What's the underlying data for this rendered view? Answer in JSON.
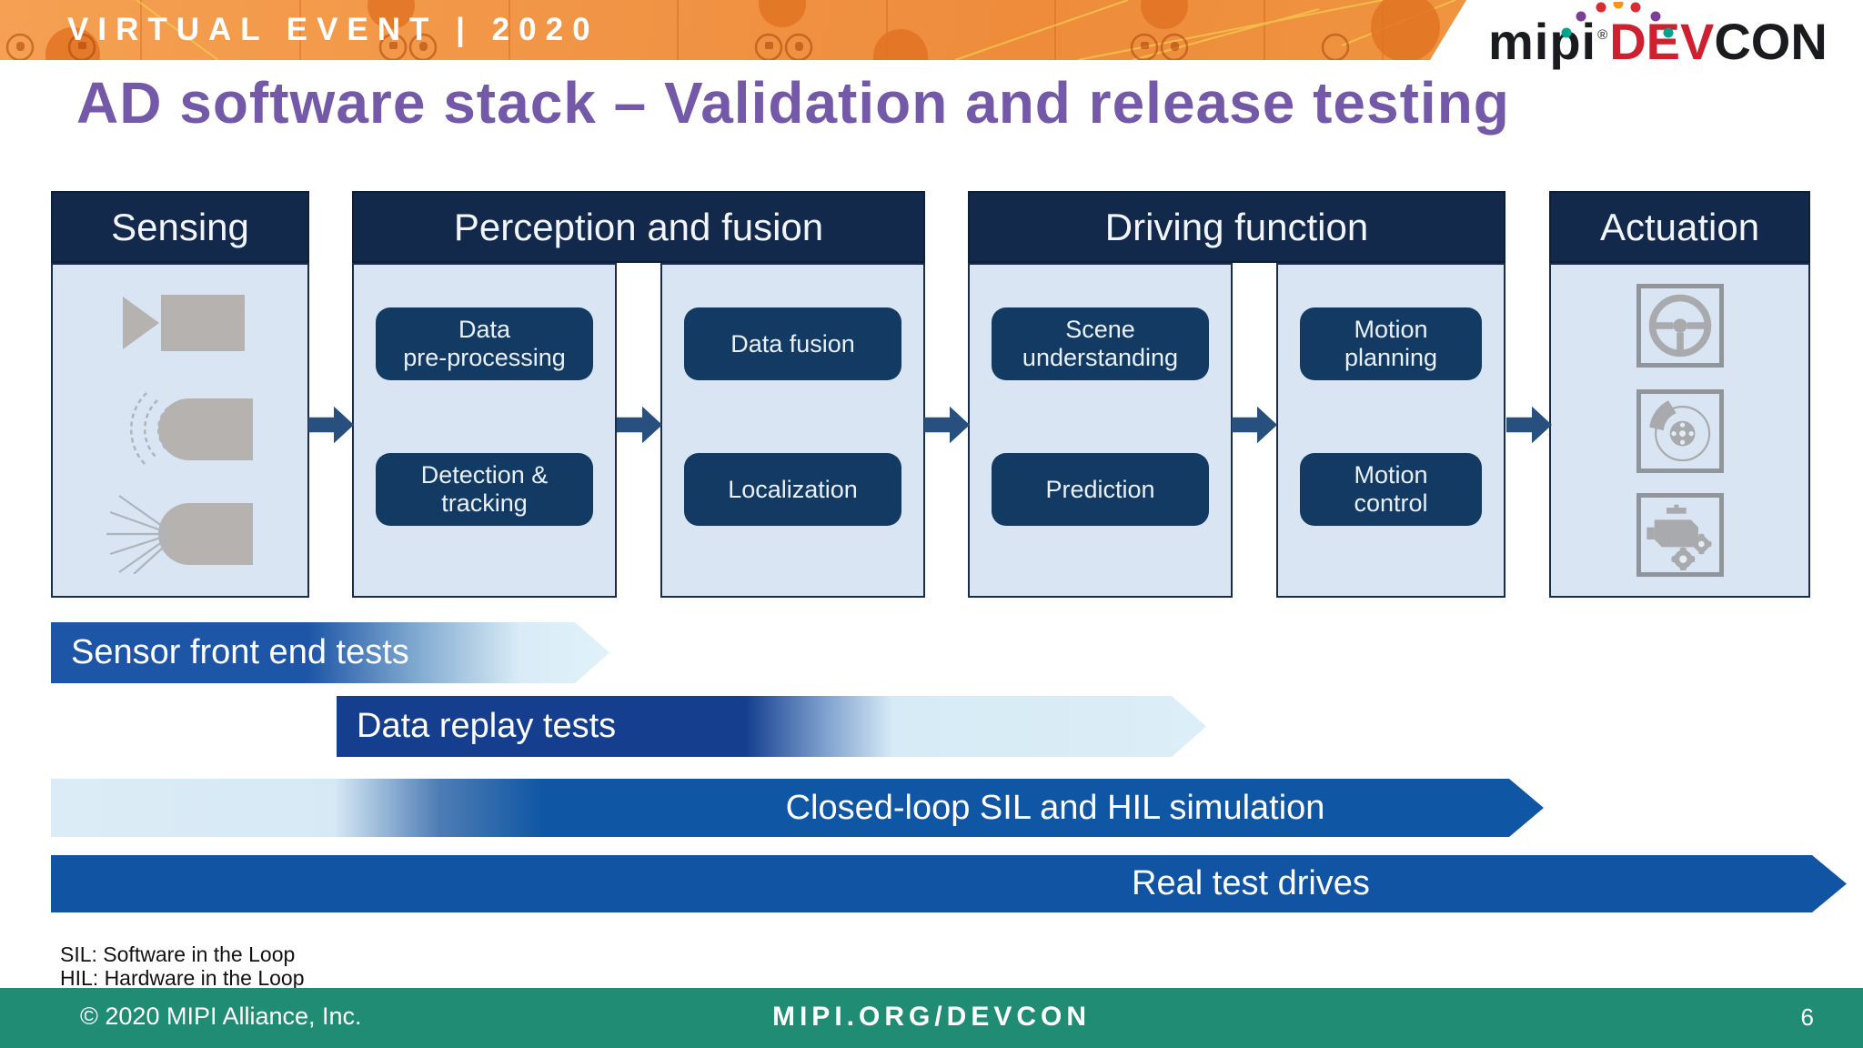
{
  "banner": {
    "text": "VIRTUAL EVENT | 2020",
    "color": "#EE8C3C"
  },
  "logo": {
    "mipi": "mipi",
    "registered": "®",
    "dev": "DEV",
    "con": "CON",
    "dev_color": "#CF2030",
    "dot_colors": [
      "#00A38B",
      "#7C3F98",
      "#D92B32",
      "#F7941D",
      "#D92B32",
      "#7C3F98",
      "#00A38B"
    ]
  },
  "title": "AD software stack – Validation and release testing",
  "title_color": "#7459A8",
  "pipeline": {
    "header_color": "#13294B",
    "panel_color": "#D9E5F2",
    "box_color": "#123A63",
    "arrow_color": "#27507E",
    "groups": [
      {
        "title": "Sensing",
        "icons": [
          "video-camera-icon",
          "radar-sensor-icon",
          "lidar-sensor-icon"
        ]
      },
      {
        "title": "Perception and fusion",
        "panels": [
          {
            "boxes": [
              "Data\npre-processing",
              "Detection &\ntracking"
            ]
          },
          {
            "boxes": [
              "Data fusion",
              "Localization"
            ]
          }
        ]
      },
      {
        "title": "Driving function",
        "panels": [
          {
            "boxes": [
              "Scene\nunderstanding",
              "Prediction"
            ]
          },
          {
            "boxes": [
              "Motion\nplanning",
              "Motion\ncontrol"
            ]
          }
        ]
      },
      {
        "title": "Actuation",
        "icons": [
          "steering-wheel-icon",
          "brake-disc-icon",
          "engine-gears-icon"
        ]
      }
    ]
  },
  "test_bars": [
    {
      "label": "Sensor front end tests",
      "style": "solid-fading-right",
      "solid_color": "#1D56A7",
      "fade_color": "#DDEFF8"
    },
    {
      "label": "Data replay tests",
      "style": "solid-fading-right",
      "solid_color": "#153F8E",
      "fade_color": "#DCEEF7"
    },
    {
      "label": "Closed-loop SIL and HIL simulation",
      "style": "fading-left-to-solid",
      "solid_color": "#0F56A4",
      "fade_color": "#DCECF7"
    },
    {
      "label": "Real test drives",
      "style": "solid",
      "solid_color": "#1254A4"
    }
  ],
  "notes": "SIL: Software in the Loop\nHIL: Hardware in the Loop",
  "footer": {
    "copyright": "© 2020 MIPI Alliance, Inc.",
    "site": "MIPI.ORG/DEVCON",
    "page": "6",
    "color": "#1F8C73"
  }
}
